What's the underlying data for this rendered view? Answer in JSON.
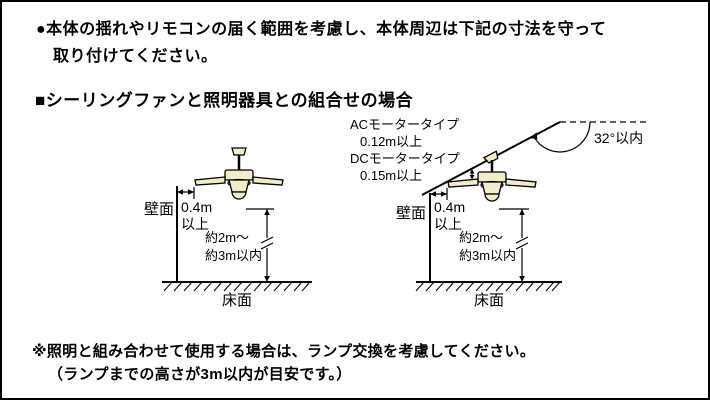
{
  "intro": {
    "line1": "●本体の揺れやリモコンの届く範囲を考慮し、本体周辺は下記の寸法を守って",
    "line2": "取り付けてください。"
  },
  "section_title": "■シーリングファンと照明器具との組合せの場合",
  "diagrams": {
    "left": {
      "wall_label": "壁面",
      "clearance_value": "0.4m",
      "clearance_unit": "以上",
      "height_line1": "約2m〜",
      "height_line2": "約3m以内",
      "floor_label": "床面"
    },
    "right": {
      "motor_ac_label": "ACモータータイプ",
      "motor_ac_value": "0.12m以上",
      "motor_dc_label": "DCモータータイプ",
      "motor_dc_value": "0.15m以上",
      "angle_label": "32°以内",
      "wall_label": "壁面",
      "clearance_value": "0.4m",
      "clearance_unit": "以上",
      "height_line1": "約2m〜",
      "height_line2": "約3m以内",
      "floor_label": "床面"
    }
  },
  "note": {
    "line1": "※照明と組み合わせて使用する場合は、ランプ交換を考慮してください。",
    "line2": "（ランプまでの高さが3m以内が目安です。）"
  },
  "colors": {
    "fan_fill": "#f2edc9",
    "outline": "#000000"
  }
}
